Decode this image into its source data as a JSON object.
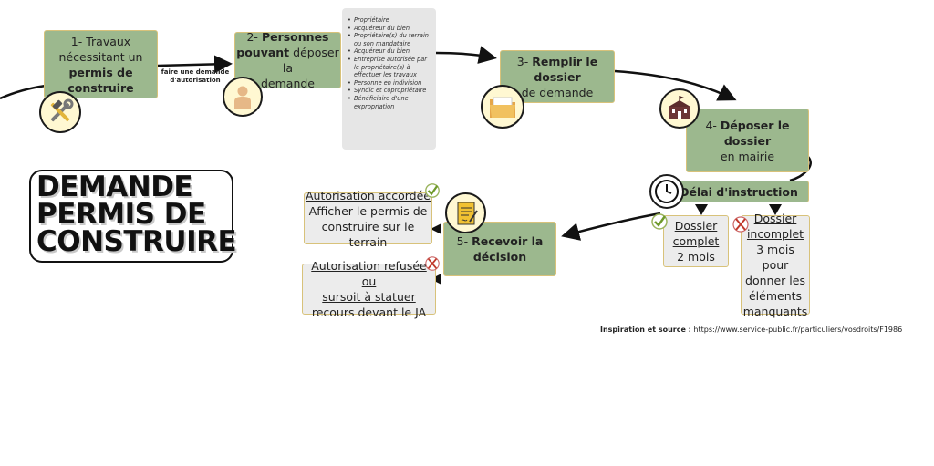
{
  "title": {
    "line1": "DEMANDE",
    "line2": "PERMIS DE",
    "line3": "CONSTRUIRE"
  },
  "step1": {
    "num": "1-",
    "text1": "Travaux",
    "text2": "nécessitant un",
    "text3": "permis de",
    "text4": "construire"
  },
  "edge1_label": {
    "line1": "faire une demande",
    "line2": "d'autorisation"
  },
  "step2": {
    "num": "2-",
    "bold1": "Personnes",
    "bold2": "pouvant",
    "text2": "déposer la",
    "text3": "demande"
  },
  "persons_list": [
    "Propriétaire",
    "Acquéreur du bien",
    "Propriétaire(s) du terrain ou son mandataire",
    "Acquéreur du bien",
    "Entreprise autorisée par le propriétaire(s) à effectuer les travaux",
    "Personne en indivision",
    "Syndic et copropriétaire",
    "Bénéficiaire d'une expropriation"
  ],
  "step3": {
    "num": "3-",
    "bold": "Remplir le dossier",
    "text": "de demande"
  },
  "step4": {
    "num": "4-",
    "bold": "Déposer le dossier",
    "text": "en mairie"
  },
  "delai": {
    "label": "Délai d'instruction"
  },
  "complet": {
    "line1": "Dossier",
    "line2": "complet",
    "line3": "2 mois"
  },
  "incomplet": {
    "line1": "Dossier",
    "line2": "incomplet",
    "line3": "3 mois pour",
    "line4": "donner les",
    "line5": "éléments",
    "line6": "manquants"
  },
  "step5": {
    "num": "5-",
    "bold1": "Recevoir la",
    "bold2": "décision"
  },
  "accordee": {
    "title": "Autorisation accordée",
    "text1": "Afficher le permis de",
    "text2": "construire sur le terrain"
  },
  "refusee": {
    "title1": "Autorisation refusée ou",
    "title2": "sursoit à statuer",
    "text": "recours devant le JA"
  },
  "source": {
    "label": "Inspiration et source :",
    "url": "https://www.service-public.fr/particuliers/vosdroits/F1986"
  },
  "colors": {
    "step_green": "#9cb88e",
    "box_border": "#d8c27a",
    "icon_bg": "#fff8d2"
  },
  "icons": [
    "tools-icon",
    "person-icon",
    "folder-icon",
    "town-hall-icon",
    "clock-icon",
    "document-signed-icon",
    "check-icon",
    "cross-icon"
  ]
}
